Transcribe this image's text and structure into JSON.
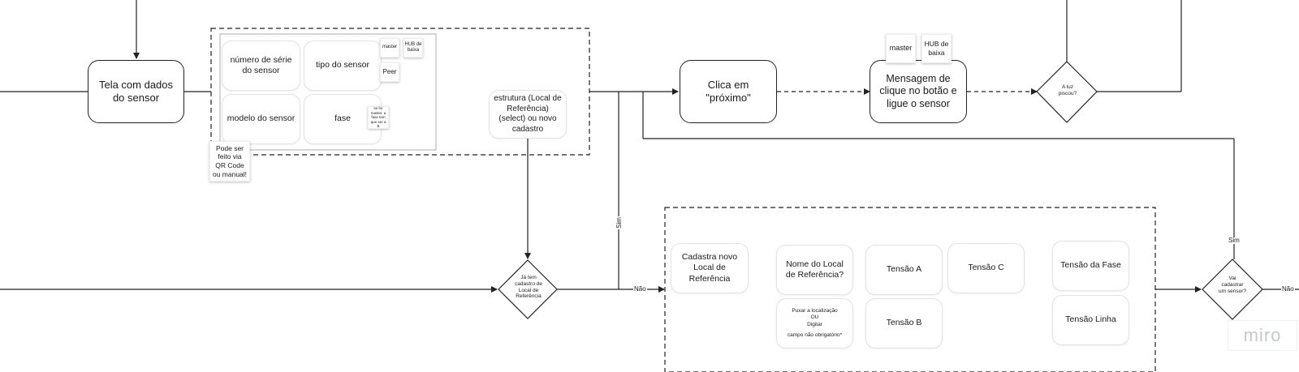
{
  "nodes": {
    "tela_dados": "Tela com dados do sensor",
    "numero_serie": "número de série do sensor",
    "tipo_sensor": "tipo do sensor",
    "modelo_sensor": "modelo do sensor",
    "fase": "fase",
    "estrutura": "estrutura (Local de Referência) (select) ou novo cadastro",
    "clica_proximo": "Clica em \"próximo\"",
    "mensagem": "Mensagem de clique no botão e ligue o sensor",
    "cadastra_local": "Cadastra novo Local de Referência",
    "nome_local": "Nome do Local de Referência?",
    "puxar_loc_1": "Puxar a localização",
    "puxar_loc_2": "OU",
    "puxar_loc_3": "Digitar",
    "puxar_loc_4": "campo não obrigatório*",
    "tensao_a": "Tensão A",
    "tensao_b": "Tensão B",
    "tensao_c": "Tensão C",
    "tensao_fase": "Tensão da Fase",
    "tensao_linha": "Tensão Linha"
  },
  "stickies": {
    "master_small": "master",
    "hub_small": "HUB de baixa",
    "peer": "Peer",
    "fase_note": "se for master, a fase tem que ser a B",
    "qr_code": "Pode ser feito via QR Code ou manual!",
    "master_big": "master",
    "hub_big": "HUB de baixa"
  },
  "decisions": {
    "luz_piscou": "A luz piscou?",
    "ja_tem_cadastro": "Já tem cadastro de Local de Referência",
    "vai_cadastrar": "Vai cadastrar um sensor?"
  },
  "edge_labels": {
    "sim_vertical": "Sim",
    "nao_middle": "Não",
    "sim_right": "Sim",
    "nao_right": "Não"
  },
  "branding": {
    "logo": "miro"
  }
}
